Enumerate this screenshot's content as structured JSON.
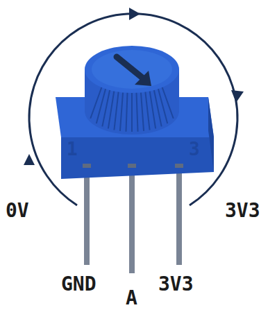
{
  "diagram": {
    "labels": [
      "1",
      "3",
      "0V",
      "3V3",
      "GND",
      "A",
      "3V3"
    ]
  }
}
